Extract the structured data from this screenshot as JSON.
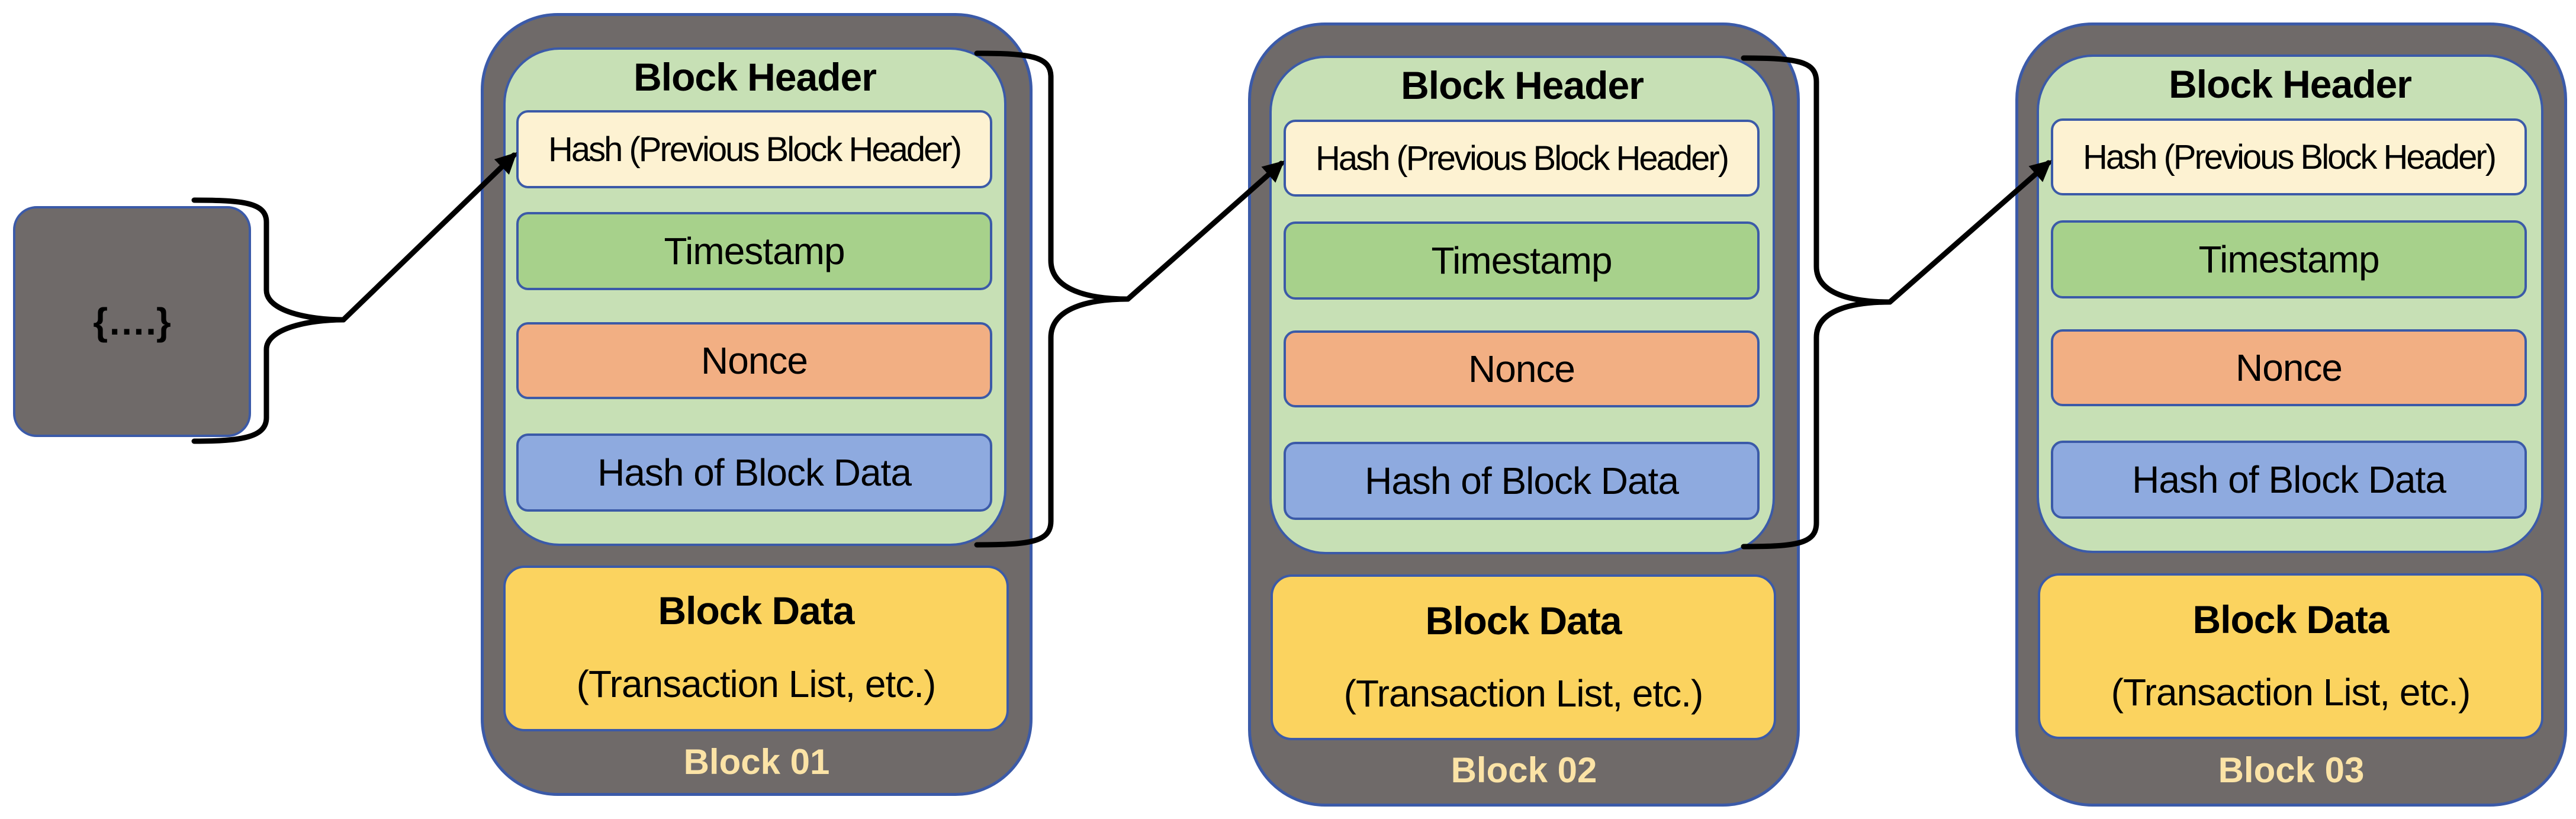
{
  "previous_block": {
    "label": "{….}"
  },
  "blocks": [
    {
      "header_title": "Block Header",
      "fields": {
        "prev_hash": "Hash (Previous Block Header)",
        "timestamp": "Timestamp",
        "nonce": "Nonce",
        "data_hash": "Hash of Block Data"
      },
      "data_title": "Block Data",
      "data_subtitle": "(Transaction List, etc.)",
      "label": "Block 01"
    },
    {
      "header_title": "Block Header",
      "fields": {
        "prev_hash": "Hash (Previous Block Header)",
        "timestamp": "Timestamp",
        "nonce": "Nonce",
        "data_hash": "Hash of Block Data"
      },
      "data_title": "Block Data",
      "data_subtitle": "(Transaction List, etc.)",
      "label": "Block 02"
    },
    {
      "header_title": "Block Header",
      "fields": {
        "prev_hash": "Hash (Previous Block Header)",
        "timestamp": "Timestamp",
        "nonce": "Nonce",
        "data_hash": "Hash of Block Data"
      },
      "data_title": "Block Data",
      "data_subtitle": "(Transaction List, etc.)",
      "label": "Block 03"
    }
  ],
  "colors": {
    "block_bg": "#6f6a69",
    "outline": "#3b5aa8",
    "header_bg": "#c7e0b5",
    "prev_hash_bg": "#fdf2d2",
    "timestamp_bg": "#a7d18b",
    "nonce_bg": "#f2af83",
    "data_hash_bg": "#8eaadf",
    "block_data_bg": "#fbd35f",
    "block_label": "#fbe3a6"
  }
}
